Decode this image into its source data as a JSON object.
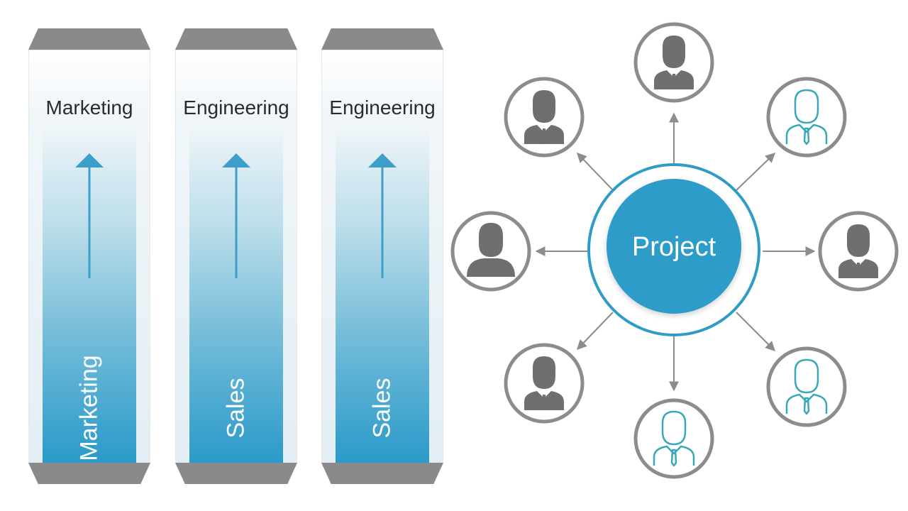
{
  "pillars": [
    {
      "title": "Marketing",
      "vertical_label": "Marketing"
    },
    {
      "title": "Engineering",
      "vertical_label": "Sales"
    },
    {
      "title": "Engineering",
      "vertical_label": "Sales"
    }
  ],
  "hub": {
    "label": "Project"
  },
  "colors": {
    "accent": "#2f9cc8",
    "gray": "#8c8c8c",
    "teal_person": "#3aa8b6",
    "gray_person": "#6f6f6f",
    "cap": "#8a8a8a"
  },
  "people": [
    {
      "icon": "businessman-icon",
      "tint": "gray"
    },
    {
      "icon": "businessman-icon",
      "tint": "teal"
    },
    {
      "icon": "businessman-icon",
      "tint": "gray"
    },
    {
      "icon": "businessman-icon",
      "tint": "teal"
    },
    {
      "icon": "businessman-icon",
      "tint": "teal"
    },
    {
      "icon": "businessman-icon",
      "tint": "gray"
    },
    {
      "icon": "person-icon",
      "tint": "gray"
    },
    {
      "icon": "businessman-icon",
      "tint": "gray"
    }
  ]
}
